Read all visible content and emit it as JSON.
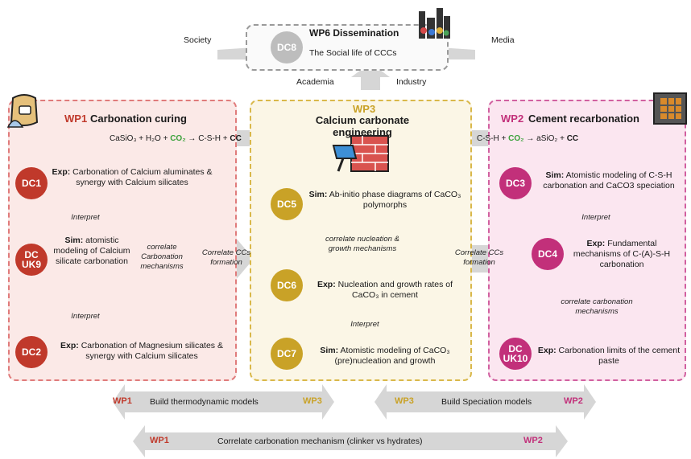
{
  "wp6": {
    "dc": "DC8",
    "title": "WP6 Dissemination",
    "subtitle": "The Social life of CCCs",
    "society": "Society",
    "media": "Media",
    "academia": "Academia",
    "industry": "Industry"
  },
  "wp1": {
    "id": "WP1",
    "title": "Carbonation curing",
    "equation": "CaSiO₃ + H₂O + CO₂ → C-S-H + CC",
    "dc1": {
      "badge": "DC1",
      "label": "Exp:",
      "text": "Carbonation of Calcium aluminates & synergy with Calcium silicates"
    },
    "dc_uk9": {
      "badge1": "DC",
      "badge2": "UK9",
      "label": "Sim:",
      "text": "atomistic modeling of Calcium silicate carbonation"
    },
    "dc2": {
      "badge": "DC2",
      "label": "Exp:",
      "text": "Carbonation of Magnesium silicates & synergy with Calcium silicates"
    },
    "interpret1": "Interpret",
    "interpret2": "Interpret",
    "correlate": "correlate Carbonation mechanisms"
  },
  "wp3": {
    "id": "WP3",
    "title": "Calcium carbonate engineering",
    "dc5": {
      "badge": "DC5",
      "label": "Sim:",
      "text": "Ab-initio phase diagrams of CaCO₃ polymorphs"
    },
    "correlate": "correlate nucleation & growth mechanisms",
    "dc6": {
      "badge": "DC6",
      "label": "Exp:",
      "text": "Nucleation and growth rates of CaCO₃ in cement"
    },
    "interpret": "Interpret",
    "dc7": {
      "badge": "DC7",
      "label": "Sim:",
      "text": "Atomistic modeling of CaCO₃ (pre)nucleation and growth"
    }
  },
  "wp2": {
    "id": "WP2",
    "title": "Cement recarbonation",
    "equation": "C-S-H + CO₂ → aSiO₂ + CC",
    "dc3": {
      "badge": "DC3",
      "label": "Sim:",
      "text": "Atomistic modeling of C-S-H carbonation and CaCO3 speciation"
    },
    "interpret": "Interpret",
    "dc4": {
      "badge": "DC4",
      "label": "Exp:",
      "text": "Fundamental mechanisms of C-(A)-S-H carbonation"
    },
    "correlate": "correlate carbonation mechanisms",
    "dc_uk10": {
      "badge1": "DC",
      "badge2": "UK10",
      "label": "Exp:",
      "text": "Carbonation limits of the cement paste"
    }
  },
  "links": {
    "left_cc": "Correlate CCs formation",
    "right_cc": "Correlate CCs formation"
  },
  "bottom": {
    "row1_left": {
      "a": "WP1",
      "text": "Build thermodynamic models",
      "b": "WP3"
    },
    "row1_right": {
      "a": "WP3",
      "text": "Build Speciation models",
      "b": "WP2"
    },
    "row2": {
      "a": "WP1",
      "text": "Correlate carbonation mechanism (clinker vs hydrates)",
      "b": "WP2"
    }
  },
  "colors": {
    "wp1": "#c0392b",
    "wp3": "#c9a227",
    "wp2": "#c2307a",
    "arrow": "#d6d6d6",
    "co2": "#3aa13a"
  }
}
